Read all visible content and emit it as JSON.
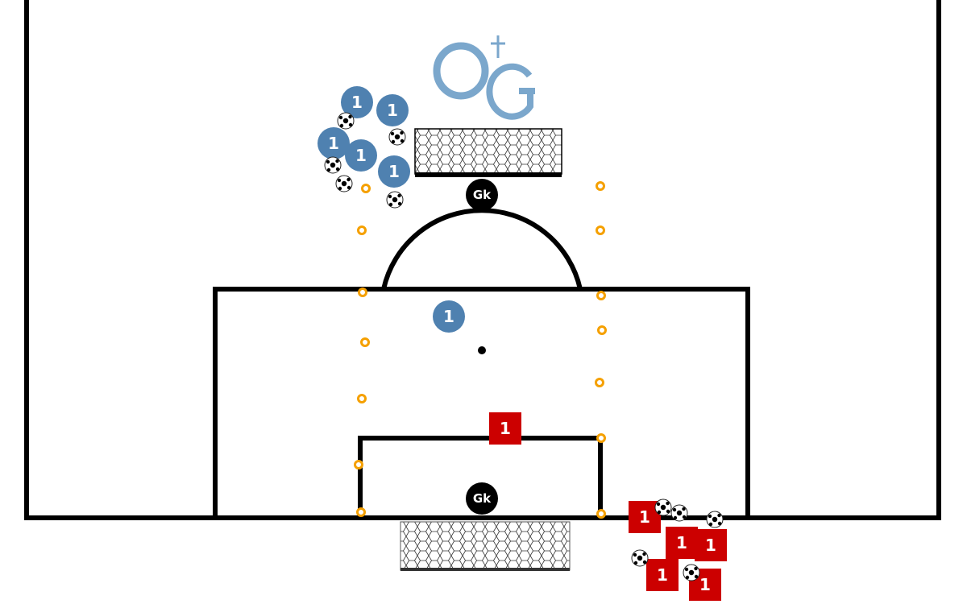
{
  "logo": {
    "text_o": "O",
    "text_g": "G",
    "cross": "†"
  },
  "attacker_label": "1",
  "defender_label": "1",
  "goalkeeper_label": "Gk",
  "colors": {
    "attacker": "#4f81b0",
    "defender": "#cc0000",
    "cone": "#f5a000",
    "logo": "#7ba7cc",
    "lines": "#000000"
  }
}
